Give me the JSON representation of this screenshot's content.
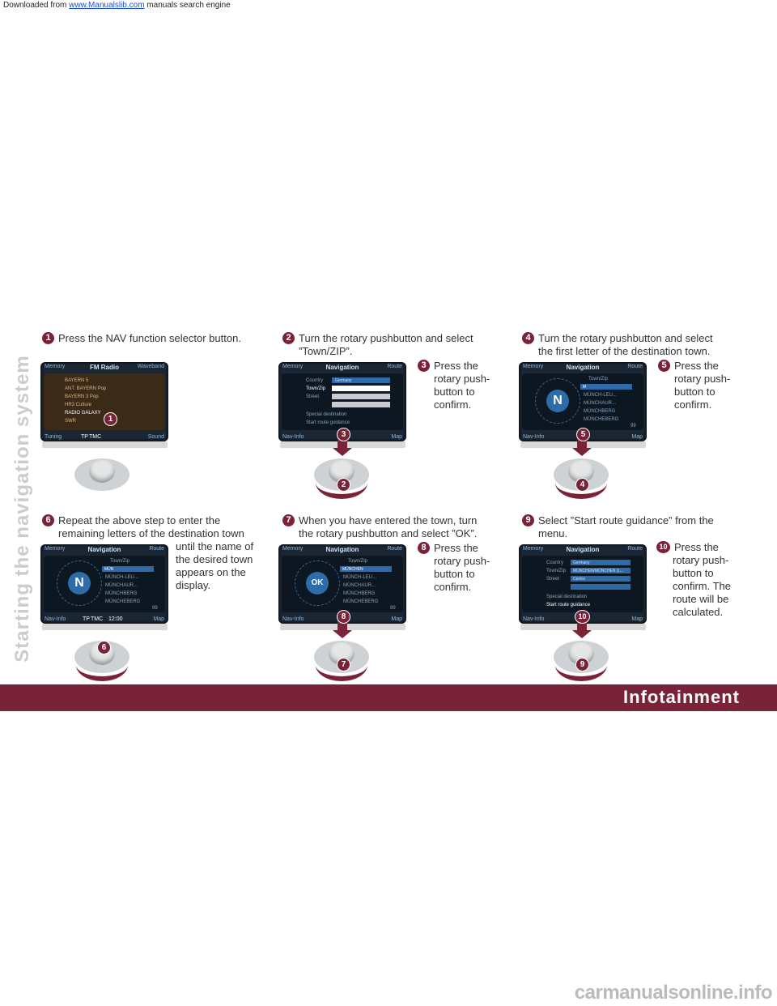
{
  "header": {
    "prefix": "Downloaded from",
    "link": "www.Manualslib.com",
    "suffix": " manuals search engine"
  },
  "side_title": "Starting the navigation system",
  "steps": [
    {
      "num": "1",
      "text": "Press the NAV function selector button."
    },
    {
      "num": "2",
      "line1": "Turn the rotary pushbutton and select",
      "line2": "”Town/ZIP”."
    },
    {
      "num": "3",
      "lines": [
        "Press the",
        "rotary push-",
        "button to",
        "confirm."
      ]
    },
    {
      "num": "4",
      "line1": "Turn the rotary pushbutton and select",
      "line2": "the first letter of the destination town."
    },
    {
      "num": "5",
      "lines": [
        "Press the",
        "rotary push-",
        "button to",
        "confirm."
      ]
    },
    {
      "num": "6",
      "line1": "Repeat the above step to enter the",
      "line2": "remaining letters of the destination town",
      "lines": [
        "until the name of",
        "the desired town",
        "appears on the",
        "display."
      ]
    },
    {
      "num": "7",
      "line1": "When you have entered the town, turn",
      "line2": "the rotary pushbutton and select ”OK”."
    },
    {
      "num": "8",
      "lines": [
        "Press the",
        "rotary push-",
        "button to",
        "confirm."
      ]
    },
    {
      "num": "9",
      "line1": "Select ”Start route guidance” from the",
      "line2": "menu."
    },
    {
      "num": "10",
      "lines": [
        "Press the",
        "rotary push-",
        "button to",
        "confirm. The",
        "route will be",
        "calculated."
      ]
    }
  ],
  "screens": {
    "radio": {
      "left": "Memory",
      "title": "FM Radio",
      "right": "Waveband",
      "items": [
        "BAYERN 5",
        "ANT. BAYERN  Pop",
        "BAYERN 3  Pop",
        "HR3  Culture",
        "RADIO GALAXY",
        "SWR"
      ],
      "foot_left": "Tuning",
      "foot_right": "Sound"
    },
    "nav": {
      "left": "Memory",
      "title": "Navigation",
      "right": "Route",
      "foot_left": "Nav-Info",
      "foot_right": "Map",
      "clock": "12:00",
      "tp": "TP",
      "tmc": "TMC"
    },
    "form": {
      "country": "Country",
      "town": "Town/Zip",
      "street": "Street",
      "special": "Special destination",
      "start": "Start route guidance",
      "country_val": "Germany",
      "town_val": "MÜNCHEN/MÜNCHEN (L...",
      "street_val": "Centre"
    },
    "list": {
      "head": "Town/Zip",
      "items": [
        "MÜNCH-LEU...",
        "MÜNCHAUR...",
        "MÜNCHBERG",
        "MÜNCHEBERG"
      ],
      "m": "M",
      "mun": "MÜN",
      "munchen": "MÜNCHEN",
      "compass_n": "N",
      "compass_ok": "OK",
      "count": "99"
    }
  },
  "banner": "Infotainment",
  "footer": "carmanualsonline.info"
}
